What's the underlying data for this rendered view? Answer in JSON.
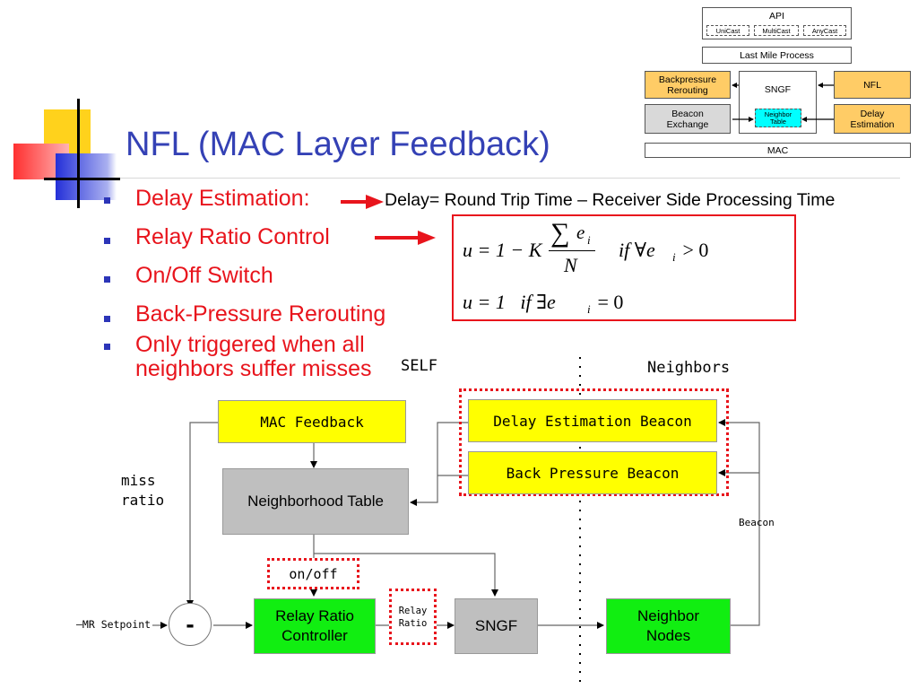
{
  "title": "NFL (MAC Layer Feedback)",
  "bullets": {
    "delay_estimation": "Delay Estimation:",
    "delay_formula": "Delay= Round Trip Time – Receiver Side Processing Time",
    "relay_ratio": "Relay Ratio Control",
    "on_off": "On/Off Switch",
    "back_pressure": "Back-Pressure Rerouting",
    "triggered_line1": "Only triggered when all",
    "triggered_line2": "neighbors suffer misses"
  },
  "formula": {
    "u_eq": "u = 1 − K",
    "sum_sym": "∑",
    "e_i": "e",
    "sub_i": "i",
    "denominator": "N",
    "cond1": "if ∀e",
    "cond1_tail": " > 0",
    "u_eq2": "u = 1   if ∃e",
    "cond2_tail": " = 0"
  },
  "arch": {
    "api": "API",
    "unicast": "UniCast",
    "multicast": "MultiCast",
    "anycast": "AnyCast",
    "last_mile": "Last Mile Process",
    "backpressure_1": "Backpressure",
    "backpressure_2": "Rerouting",
    "sngf": "SNGF",
    "nfl": "NFL",
    "beacon_1": "Beacon",
    "beacon_2": "Exchange",
    "neighbor_1": "Neighbor",
    "neighbor_2": "Table",
    "delay_1": "Delay",
    "delay_2": "Estimation",
    "mac": "MAC"
  },
  "diagram": {
    "self": "SELF",
    "neighbors": "Neighbors",
    "mac_feedback": "MAC Feedback",
    "delay_beacon": "Delay Estimation Beacon",
    "back_pressure_beacon": "Back Pressure Beacon",
    "miss": "miss",
    "ratio": "ratio",
    "neighborhood_table": "Neighborhood Table",
    "beacon": "Beacon",
    "on_off": "on/off",
    "mr_setpoint": "—MR Setpoint",
    "minus": "-",
    "relay_ctrl_1": "Relay Ratio",
    "relay_ctrl_2": "Controller",
    "relay_label_1": "Relay",
    "relay_label_2": "Ratio",
    "sngf": "SNGF",
    "neighbor_nodes_1": "Neighbor",
    "neighbor_nodes_2": "Nodes"
  },
  "colors": {
    "title_blue": "#3441b5",
    "bullet_red": "#e8141c",
    "yellow_box": "#ffff00",
    "gray_box": "#bfbfbf",
    "green_box": "#11ee11",
    "orange_box": "#ffcc66",
    "cyan_box": "#00ffff"
  }
}
